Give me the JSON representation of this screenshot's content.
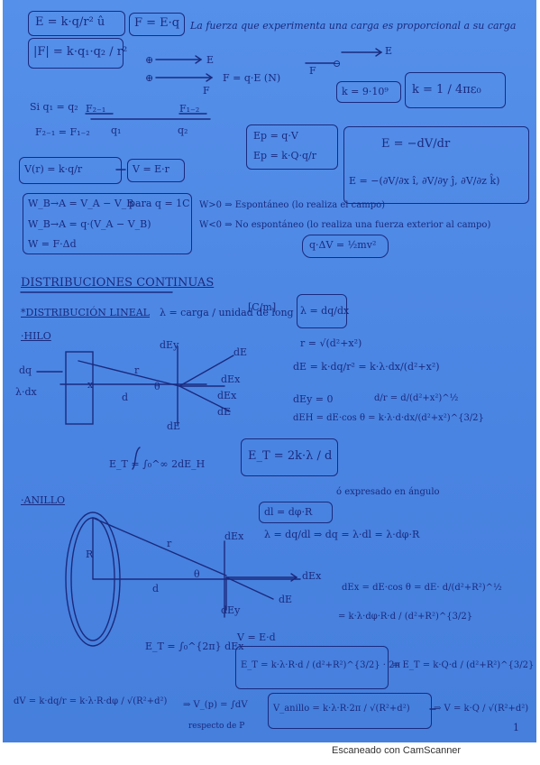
{
  "notes": {
    "header": {
      "e_field": "E = k·q/r² û",
      "f_eq": "F = E·q",
      "f_text": "La fuerza que experimenta una carga es proporcional a su carga",
      "coulomb": "|F| = k·q₁·q₂ / r²"
    },
    "vectors": {
      "e_label": "E",
      "f_label": "F",
      "plus": "⊕",
      "minus": "⊖",
      "fq": "F = q·E (N)"
    },
    "constants": {
      "k_value": "k = 9·10⁹",
      "k_formula": "k = 1 / 4πε₀"
    },
    "equal_charges": {
      "cond": "Si q₁ = q₂",
      "impl": "F₂₋₁ = F₁₋₂",
      "f21": "F₂₋₁",
      "f12": "F₁₋₂",
      "q1": "q₁",
      "q2": "q₂"
    },
    "potential_energy": {
      "ep1": "Ep = q·V",
      "ep2": "Ep = k·Q·q/r"
    },
    "gradient": {
      "e_grad": "E = −dV/dr",
      "e_vec": "E = −(∂V/∂x î, ∂V/∂y ĵ, ∂V/∂z k̂)"
    },
    "potential": {
      "v": "V(r) = k·q/r",
      "v_er": "V = E·r"
    },
    "work": {
      "w1": "W_B→A = V_A − V_B",
      "w1_note": "para q = 1C",
      "w2": "W_B→A = q·(V_A − V_B)",
      "w3": "W = F·Δd",
      "spont": "W>0 ⇒ Espontáneo (lo realiza el campo)",
      "nonspont": "W<0 ⇒ No espontáneo (lo realiza una fuerza exterior al campo)",
      "energy": "q·ΔV = ½mv²"
    },
    "continuous": {
      "title": "DISTRIBUCIONES CONTINUAS",
      "linear_title": "*DISTRIBUCIÓN LINEAL",
      "lambda_def": "λ = carga / unidad de long",
      "units": "[C/m]",
      "lambda_d": "λ = dq/dx"
    },
    "hilo": {
      "title": "·HILO",
      "dq": "dq",
      "ldx": "λ·dx",
      "x": "x",
      "r": "r",
      "d": "d",
      "theta": "θ",
      "dey": "dEy",
      "de": "dE",
      "dex": "dEx",
      "r_eq": "r = √(d²+x²)",
      "de_eq": "dE = k·dq/r² = k·λ·dx/(d²+x²)",
      "dey_eq": "dEy = 0",
      "ratio": "d/r = d/(d²+x²)^½",
      "deh": "dEH = dE·cos θ = k·λ·d·dx/(d²+x²)^{3/2}",
      "et_int": "E_T = ∫₀^∞ 2dE_H",
      "et_result": "E_T = 2k·λ / d"
    },
    "anillo": {
      "title": "·ANILLO",
      "note": "ó expresado en ángulo",
      "dl": "dl = dφ·R",
      "lambda": "λ = dq/dl ⇒ dq = λ·dl = λ·dφ·R",
      "R": "R",
      "r": "r",
      "d": "d",
      "theta": "θ",
      "dex": "dEx",
      "dey": "dEy",
      "de": "dE",
      "dex_eq": "dEx = dE·cos θ = dE· d/(d²+R²)^½",
      "dex_eq2": "= k·λ·dφ·R·d / (d²+R²)^{3/2}",
      "et_int": "E_T = ∫₀^{2π} dEx",
      "v_ed": "V = E·d",
      "et_box": "E_T = k·λ·R·d / (d²+R²)^{3/2} · 2π",
      "et_q": "⇒ E_T = k·Q·d / (d²+R²)^{3/2}",
      "dv": "dV = k·dq/r = k·λ·R·dφ / √(R²+d²)",
      "v_int": "⇒ V_(p) = ∫dV",
      "v_note": "respecto de P",
      "v_box": "V_anillo = k·λ·R·2π / √(R²+d²)",
      "v_final": "⇒ V = k·Q / √(R²+d²)"
    },
    "page_mark": "1"
  },
  "footer": {
    "scanner": "Escaneado con CamScanner"
  }
}
